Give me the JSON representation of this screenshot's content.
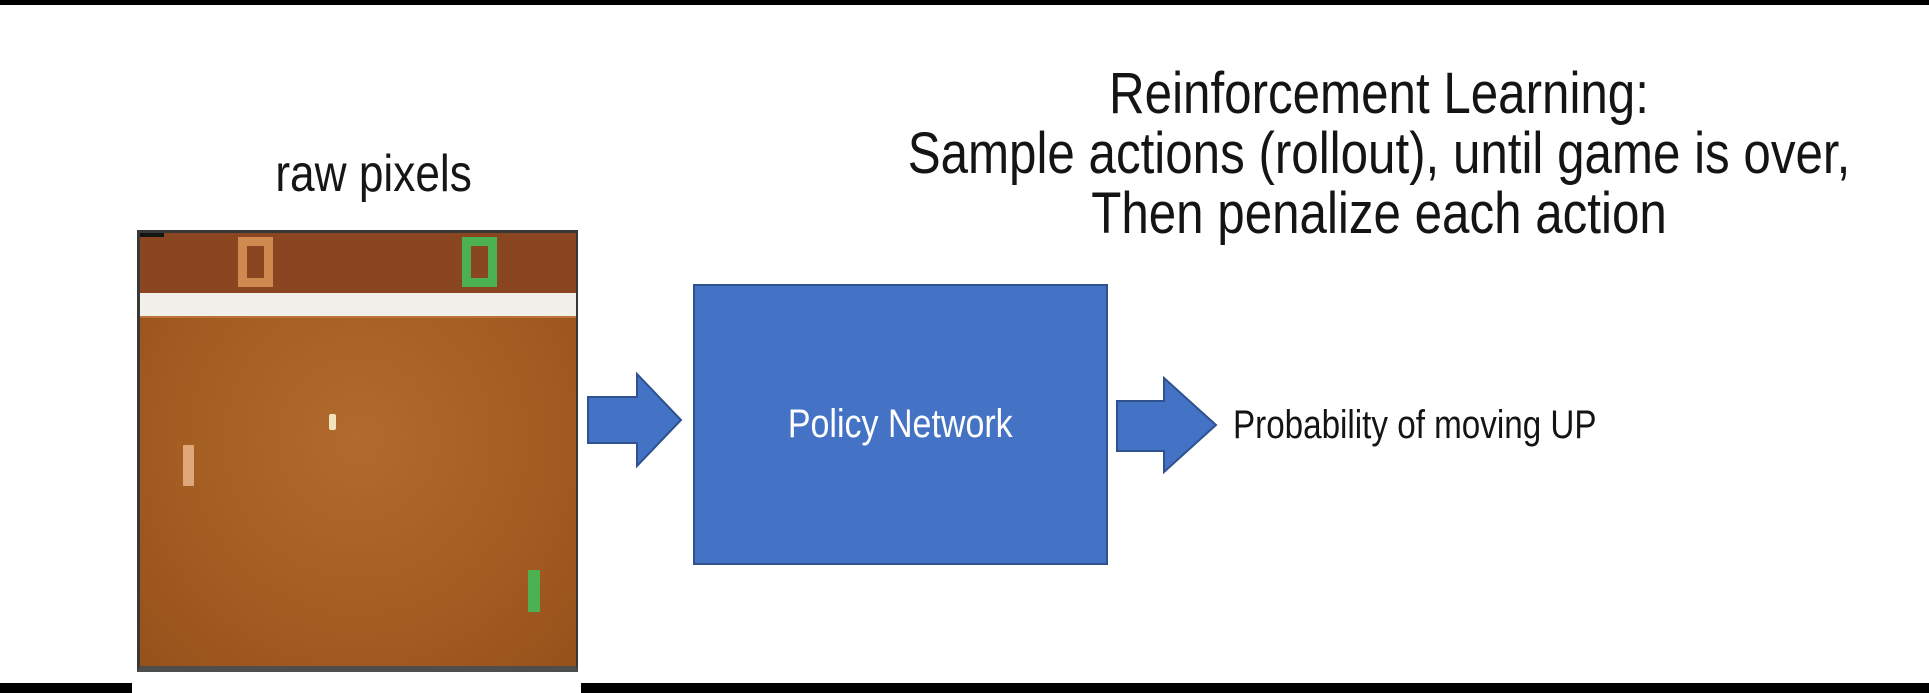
{
  "title": {
    "line1": "Reinforcement Learning:",
    "line2": "Sample actions (rollout), until game is over,",
    "line3": "Then penalize each action"
  },
  "game": {
    "label": "raw pixels",
    "left_score": "0",
    "right_score": "0"
  },
  "policy_box": {
    "label": "Policy Network"
  },
  "output": {
    "label": "Probability of moving UP"
  },
  "colors": {
    "accent_blue": "#4472c4",
    "accent_blue_border": "#2f528f",
    "field_brown": "#a35e24",
    "score_band_brown": "#8a4521",
    "score_orange": "#d08a50",
    "score_green": "#4cb251",
    "paddle_tan": "#e0a878",
    "ball_cream": "#f2e3bc",
    "letterbox_black": "#000000"
  }
}
